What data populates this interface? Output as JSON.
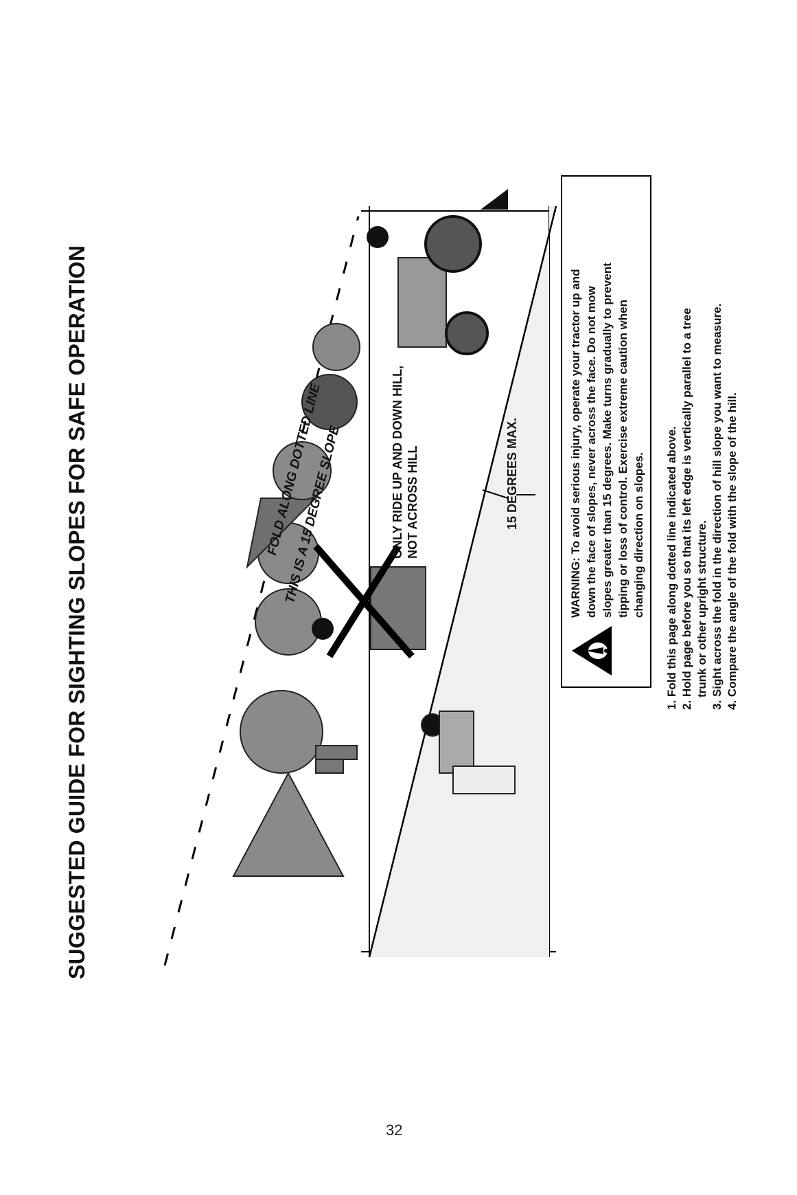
{
  "title": "SUGGESTED GUIDE FOR SIGHTING SLOPES FOR SAFE OPERATION",
  "fold_label_1": "FOLD ALONG DOTTED LINE",
  "fold_label_2": "THIS IS A 15 DEGREE SLOPE",
  "ride_label_1": "ONLY RIDE UP AND DOWN HILL,",
  "ride_label_2": "NOT ACROSS HILL",
  "degrees_label": "15 DEGREES MAX.",
  "warning_lines": [
    "WARNING: To avoid serious injury, operate your tractor up and",
    "down the face of slopes, never across the face. Do not mow",
    "slopes greater than 15 degrees. Make turns gradually to prevent",
    "tipping or loss of control. Exercise extreme caution when",
    "changing direction on slopes."
  ],
  "steps": [
    "1. Fold this page along dotted line indicated above.",
    "2. Hold page before you so that its left edge is vertically parallel to a tree",
    "    trunk or other upright structure.",
    "3. Sight across the fold in the direction of hill slope you want to measure.",
    "4. Compare the angle of the fold with the slope of the hill."
  ],
  "page_number": "32",
  "icons": [
    "warning-triangle-icon"
  ],
  "colors": {
    "tree_gray": "#8a8a8a",
    "dark": "#222222"
  }
}
